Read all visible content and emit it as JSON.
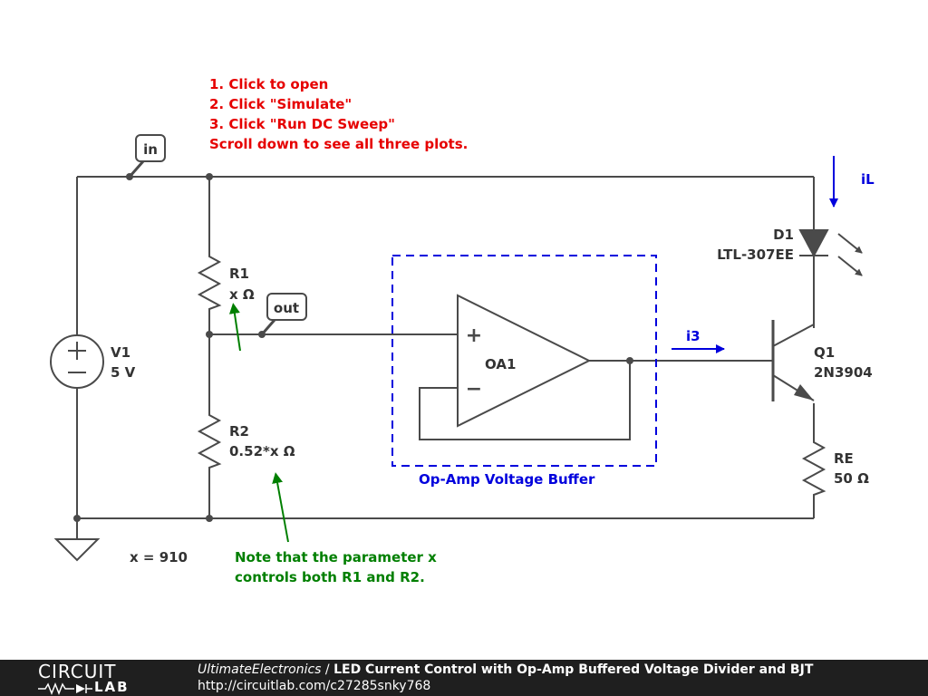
{
  "colors": {
    "wire": "#4a4a4a",
    "instruction_red": "#e60000",
    "annotation_blue": "#0000dd",
    "note_green": "#007f00",
    "footer_bg": "#1f1f1f"
  },
  "instructions": [
    "1. Click to open",
    "2. Click \"Simulate\"",
    "3. Click \"Run DC Sweep\"",
    "Scroll down to see all three plots."
  ],
  "net_labels": {
    "in": "in",
    "out": "out"
  },
  "components": {
    "V1": {
      "name": "V1",
      "value": "5 V"
    },
    "R1": {
      "name": "R1",
      "value": "x Ω"
    },
    "R2": {
      "name": "R2",
      "value": "0.52*x Ω"
    },
    "OA1": {
      "name": "OA1",
      "plus": "+",
      "minus": "−"
    },
    "D1": {
      "name": "D1",
      "value": "LTL-307EE"
    },
    "Q1": {
      "name": "Q1",
      "value": "2N3904"
    },
    "RE": {
      "name": "RE",
      "value": "50 Ω"
    }
  },
  "current_labels": {
    "iL": "iL",
    "i3": "i3"
  },
  "buffer_box_label": "Op-Amp Voltage Buffer",
  "parameter": "x = 910",
  "note": [
    "Note that the parameter x",
    "controls both R1 and R2."
  ],
  "footer": {
    "logo_top": "CIRCUIT",
    "logo_bottom": "LAB",
    "author": "UltimateElectronics",
    "separator": " / ",
    "title": "LED Current Control with Op-Amp Buffered Voltage Divider and BJT",
    "url": "http://circuitlab.com/c27285snky768"
  }
}
